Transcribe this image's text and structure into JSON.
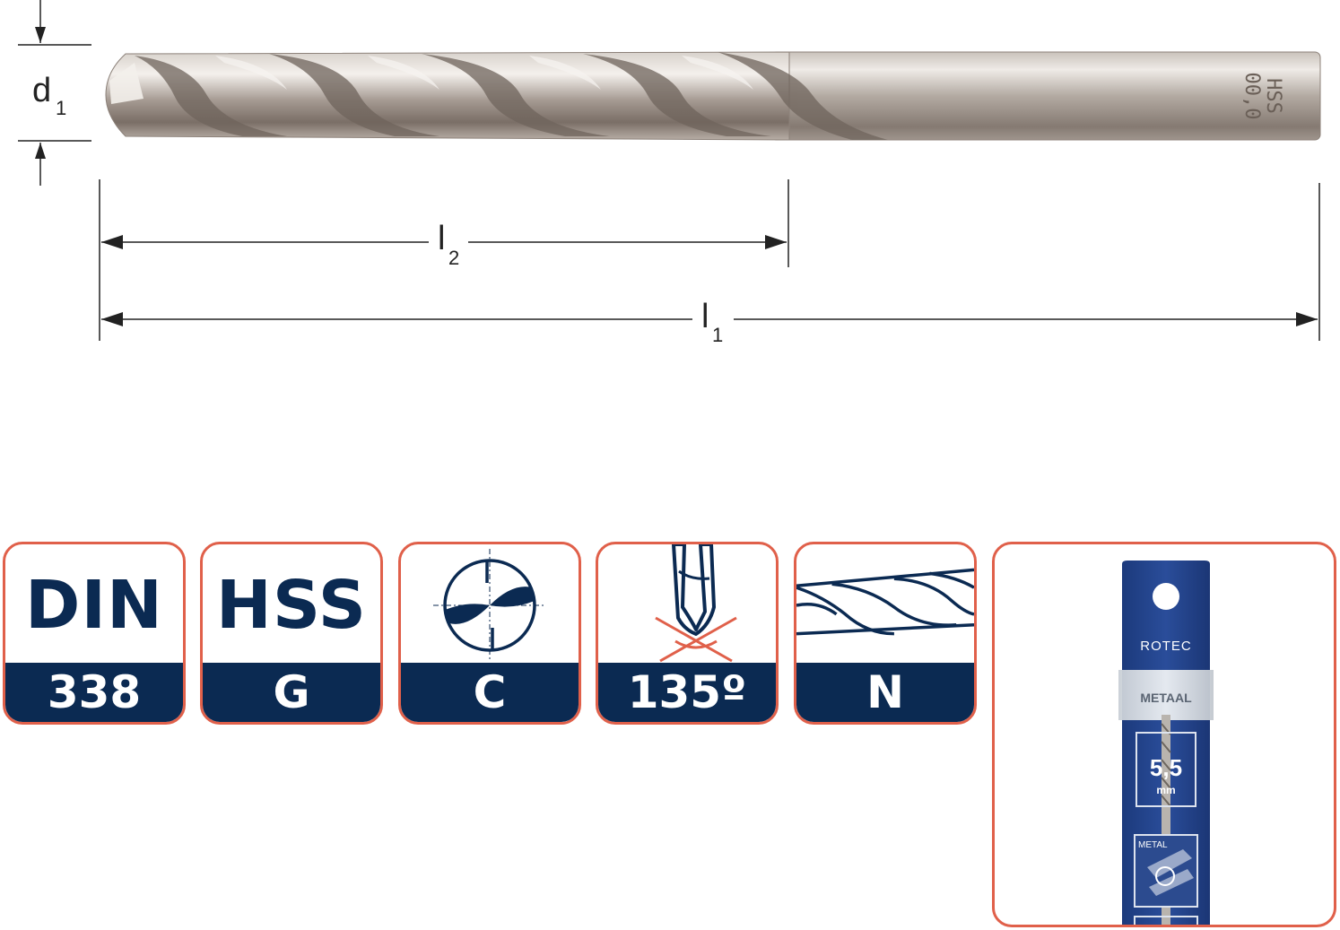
{
  "dimensions": {
    "diameter_label": "d",
    "diameter_sub": "1",
    "flute_length_label": "l",
    "flute_length_sub": "2",
    "total_length_label": "l",
    "total_length_sub": "1"
  },
  "drill_marking": {
    "line1": "HSS",
    "line2": "00,0"
  },
  "badges": [
    {
      "top": "DIN",
      "bottom": "338",
      "icon": "none"
    },
    {
      "top": "HSS",
      "bottom": "G",
      "icon": "none"
    },
    {
      "top": "",
      "bottom": "C",
      "icon": "cross-section-icon"
    },
    {
      "top": "",
      "bottom": "135º",
      "icon": "point-angle-icon"
    },
    {
      "top": "",
      "bottom": "N",
      "icon": "helix-type-icon"
    }
  ],
  "package": {
    "brand": "ROTEC",
    "category": "METAAL",
    "size": "5,5",
    "unit": "mm",
    "material_label": "METAL"
  },
  "colors": {
    "navy": "#0b2a52",
    "border": "#e0604a",
    "blue_package": "#1f3f8a"
  }
}
